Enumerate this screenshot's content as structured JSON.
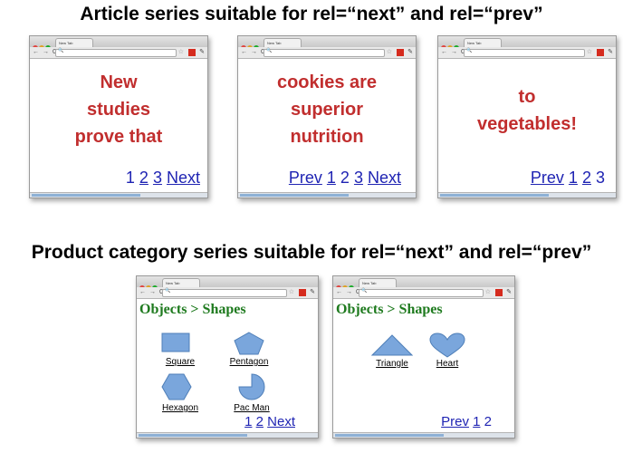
{
  "headings": {
    "article": "Article series suitable for rel=“next” and rel=“prev”",
    "product": "Product category series suitable for rel=“next” and rel=“prev”"
  },
  "browser": {
    "tab_label": "New Tab"
  },
  "article_pages": [
    {
      "lines": [
        "New",
        "studies",
        "prove that"
      ],
      "pager": [
        {
          "text": "1",
          "link": false
        },
        {
          "text": "2",
          "link": true
        },
        {
          "text": "3",
          "link": true
        },
        {
          "text": "Next",
          "link": true
        }
      ]
    },
    {
      "lines": [
        "cookies are",
        "superior",
        "nutrition"
      ],
      "pager": [
        {
          "text": "Prev",
          "link": true
        },
        {
          "text": "1",
          "link": true
        },
        {
          "text": "2",
          "link": false
        },
        {
          "text": "3",
          "link": true
        },
        {
          "text": "Next",
          "link": true
        }
      ]
    },
    {
      "lines": [
        "to",
        "vegetables!"
      ],
      "pager": [
        {
          "text": "Prev",
          "link": true
        },
        {
          "text": "1",
          "link": true
        },
        {
          "text": "2",
          "link": true
        },
        {
          "text": "3",
          "link": false
        }
      ]
    }
  ],
  "category_pages": [
    {
      "title": "Objects > Shapes",
      "items": [
        {
          "label": "Square",
          "shape": "square-icon"
        },
        {
          "label": "Pentagon",
          "shape": "pentagon-icon"
        },
        {
          "label": "Hexagon",
          "shape": "hexagon-icon"
        },
        {
          "label": "Pac Man",
          "shape": "pacman-icon"
        }
      ],
      "pager": [
        {
          "text": "1",
          "link": true
        },
        {
          "text": "2",
          "link": true
        },
        {
          "text": "Next",
          "link": true
        }
      ]
    },
    {
      "title": "Objects > Shapes",
      "items": [
        {
          "label": "Triangle",
          "shape": "triangle-icon"
        },
        {
          "label": "Heart",
          "shape": "heart-icon"
        }
      ],
      "pager": [
        {
          "text": "Prev",
          "link": true
        },
        {
          "text": "1",
          "link": true
        },
        {
          "text": "2",
          "link": false
        }
      ]
    }
  ],
  "colors": {
    "article_text": "#c12e2e",
    "link": "#1f24b3",
    "category_title": "#1e7a1e",
    "shape_fill": "#7aa6dc"
  }
}
